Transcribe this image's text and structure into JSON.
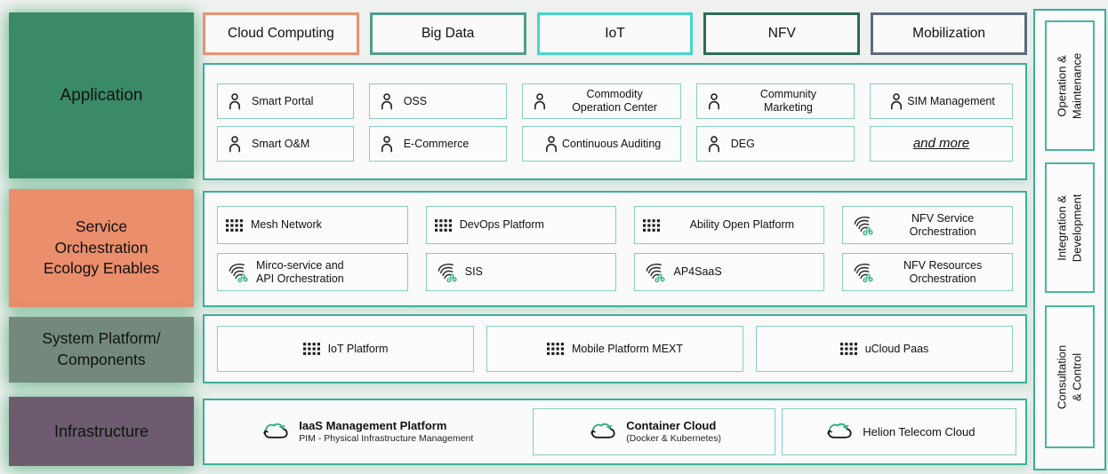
{
  "palette": {
    "page_bg": "#eff1ef",
    "panel_border": "#3cae9c",
    "item_border": "#85cfbf",
    "icon_green": "#2eaf7d",
    "icon_black": "#1b1b1b"
  },
  "tabs": {
    "items": [
      {
        "label": "Cloud Computing",
        "border_color": "#ec9173"
      },
      {
        "label": "Big Data",
        "border_color": "#4f9e8a"
      },
      {
        "label": "IoT",
        "border_color": "#45d6cc"
      },
      {
        "label": "NFV",
        "border_color": "#2f6b55"
      },
      {
        "label": "Mobilization",
        "border_color": "#5d6b7c"
      }
    ]
  },
  "rows": [
    {
      "label": "Application",
      "color": "#3a8a65"
    },
    {
      "label": "Service\nOrchestration\nEcology Enables",
      "color": "#ea8e6c"
    },
    {
      "label": "System Platform/\nComponents",
      "color": "#74897c"
    },
    {
      "label": "Infrastructure",
      "color": "#6d5c70"
    }
  ],
  "panels": {
    "application": {
      "items": [
        {
          "label": "Smart Portal"
        },
        {
          "label": "OSS"
        },
        {
          "label": "Commodity\nOperation Center"
        },
        {
          "label": "Community\nMarketing"
        },
        {
          "label": "SIM Management"
        },
        {
          "label": "Smart O&M"
        },
        {
          "label": "E-Commerce"
        },
        {
          "label": "Continuous Auditing"
        },
        {
          "label": "DEG"
        },
        {
          "label": "and more"
        }
      ]
    },
    "service": {
      "items": [
        {
          "label": "Mesh Network"
        },
        {
          "label": "DevOps Platform"
        },
        {
          "label": "Ability Open Platform"
        },
        {
          "label": "NFV Service\nOrchestration"
        },
        {
          "label": "Mirco-service and\nAPI Orchestration"
        },
        {
          "label": "SIS"
        },
        {
          "label": "AP4SaaS"
        },
        {
          "label": "NFV Resources\nOrchestration"
        }
      ]
    },
    "system": {
      "items": [
        {
          "label": "IoT Platform"
        },
        {
          "label": "Mobile Platform MEXT"
        },
        {
          "label": "uCloud Paas"
        }
      ]
    },
    "infrastructure": {
      "items": [
        {
          "title": "IaaS Management Platform",
          "subtitle": "PIM - Physical Infrastructure Management"
        },
        {
          "title": "Container Cloud",
          "subtitle": "(Docker & Kubernetes)"
        },
        {
          "title": "Helion Telecom Cloud",
          "subtitle": ""
        }
      ]
    }
  },
  "side": {
    "items": [
      "Operation &\nMaintenance",
      "Integration &\nDevelopment",
      "Consultation & Control"
    ]
  }
}
